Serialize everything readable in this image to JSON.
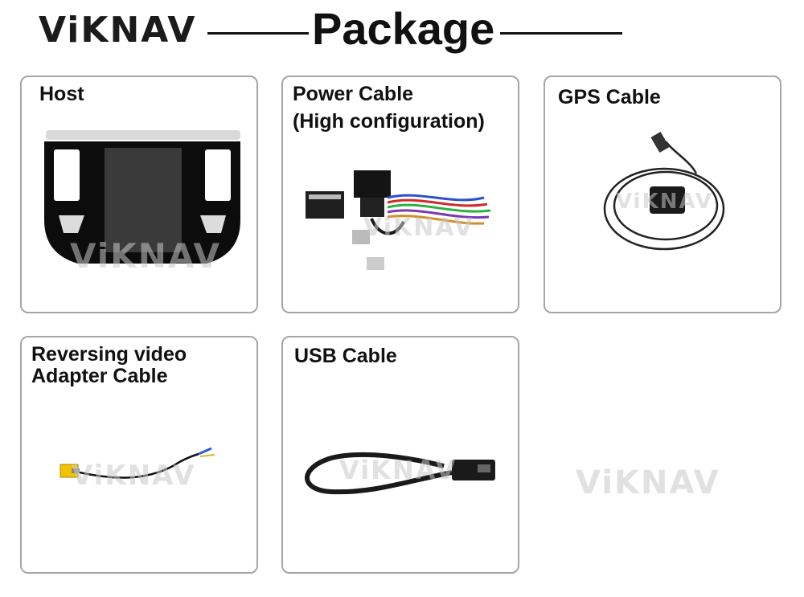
{
  "brand": {
    "logo_text": "ViKNAV"
  },
  "header": {
    "title": "Package"
  },
  "items": [
    {
      "label": "Host"
    },
    {
      "label": "Power Cable\n(High configuration)"
    },
    {
      "label": "GPS  Cable"
    },
    {
      "label": "Reversing video\nAdapter Cable"
    },
    {
      "label": "USB Cable"
    }
  ],
  "watermark": "ViKNAV"
}
